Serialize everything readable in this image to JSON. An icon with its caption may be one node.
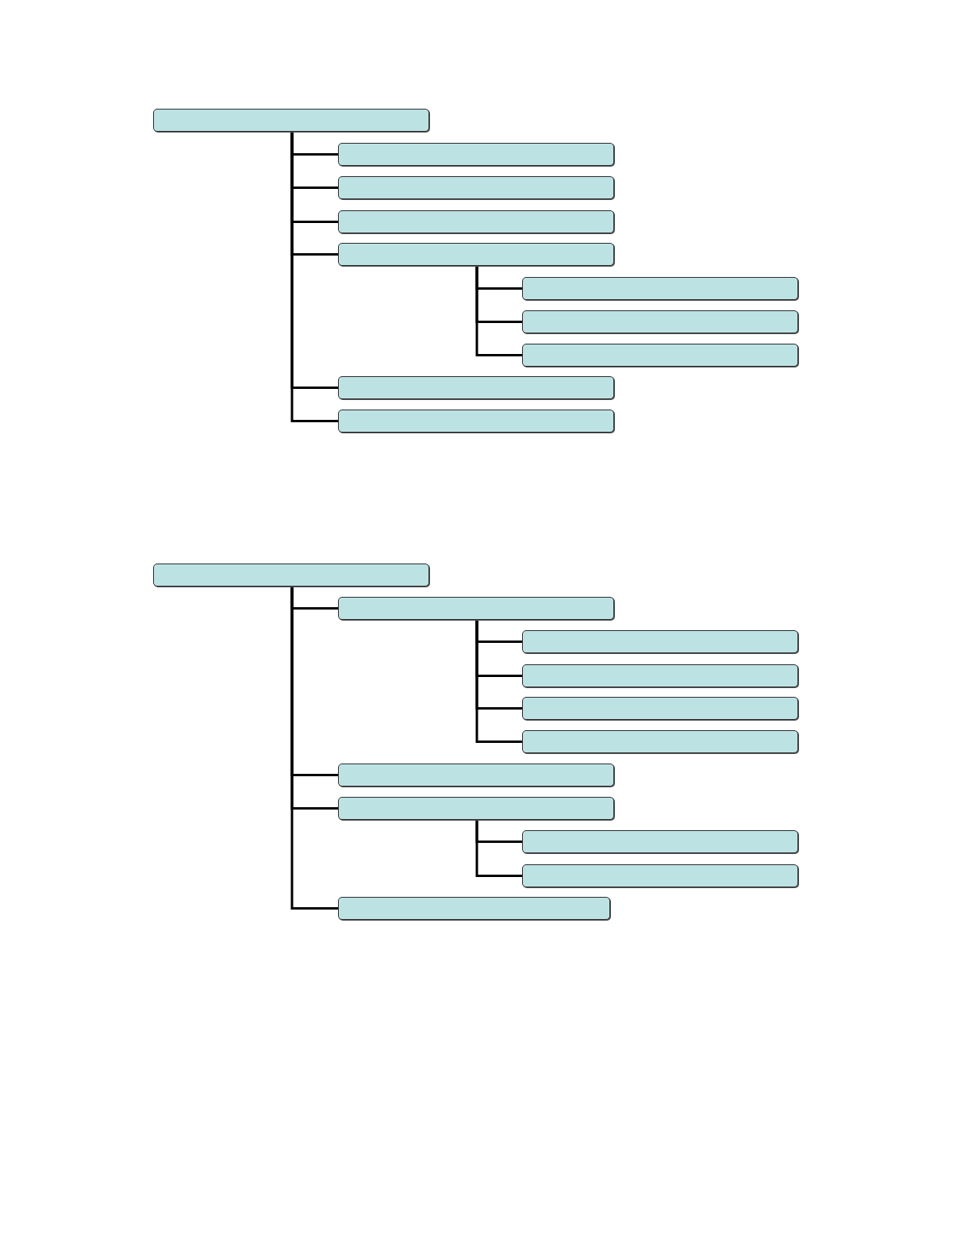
{
  "diagram": {
    "nodes": [
      {
        "text": [],
        "shape": "box"
      },
      {
        "text": [],
        "shape": "box"
      },
      {
        "text": [],
        "shape": "box"
      },
      {
        "text": [],
        "shape": "box"
      },
      {
        "text": [],
        "shape": "box"
      },
      {
        "text": [],
        "shape": "box"
      },
      {
        "text": [],
        "shape": "box"
      },
      {
        "text": [],
        "shape": "box"
      },
      {
        "text": [],
        "shape": "box"
      },
      {
        "text": [],
        "shape": "box"
      },
      {
        "text": [],
        "shape": "box"
      },
      {
        "text": [],
        "shape": "box"
      },
      {
        "text": [],
        "shape": "box"
      },
      {
        "text": [],
        "shape": "box"
      },
      {
        "text": [],
        "shape": "box"
      },
      {
        "text": [],
        "shape": "box"
      },
      {
        "text": [],
        "shape": "box"
      },
      {
        "text": [],
        "shape": "box"
      },
      {
        "text": [],
        "shape": "box"
      },
      {
        "text": [],
        "shape": "box"
      },
      {
        "text": [],
        "shape": "box"
      }
    ],
    "edges": [
      {
        "from": 0,
        "to": 1,
        "arrow": "none"
      },
      {
        "from": 0,
        "to": 2,
        "arrow": "none"
      },
      {
        "from": 0,
        "to": 3,
        "arrow": "none"
      },
      {
        "from": 0,
        "to": 4,
        "arrow": "none"
      },
      {
        "from": 4,
        "to": 5,
        "arrow": "none"
      },
      {
        "from": 4,
        "to": 6,
        "arrow": "none"
      },
      {
        "from": 4,
        "to": 7,
        "arrow": "none"
      },
      {
        "from": 0,
        "to": 8,
        "arrow": "none"
      },
      {
        "from": 0,
        "to": 9,
        "arrow": "none"
      },
      {
        "from": 10,
        "to": 11,
        "arrow": "none"
      },
      {
        "from": 11,
        "to": 12,
        "arrow": "none"
      },
      {
        "from": 11,
        "to": 13,
        "arrow": "none"
      },
      {
        "from": 11,
        "to": 14,
        "arrow": "none"
      },
      {
        "from": 11,
        "to": 15,
        "arrow": "none"
      },
      {
        "from": 10,
        "to": 16,
        "arrow": "none"
      },
      {
        "from": 10,
        "to": 17,
        "arrow": "none"
      },
      {
        "from": 17,
        "to": 18,
        "arrow": "none"
      },
      {
        "from": 17,
        "to": 19,
        "arrow": "none"
      },
      {
        "from": 10,
        "to": 20,
        "arrow": "none"
      }
    ]
  }
}
